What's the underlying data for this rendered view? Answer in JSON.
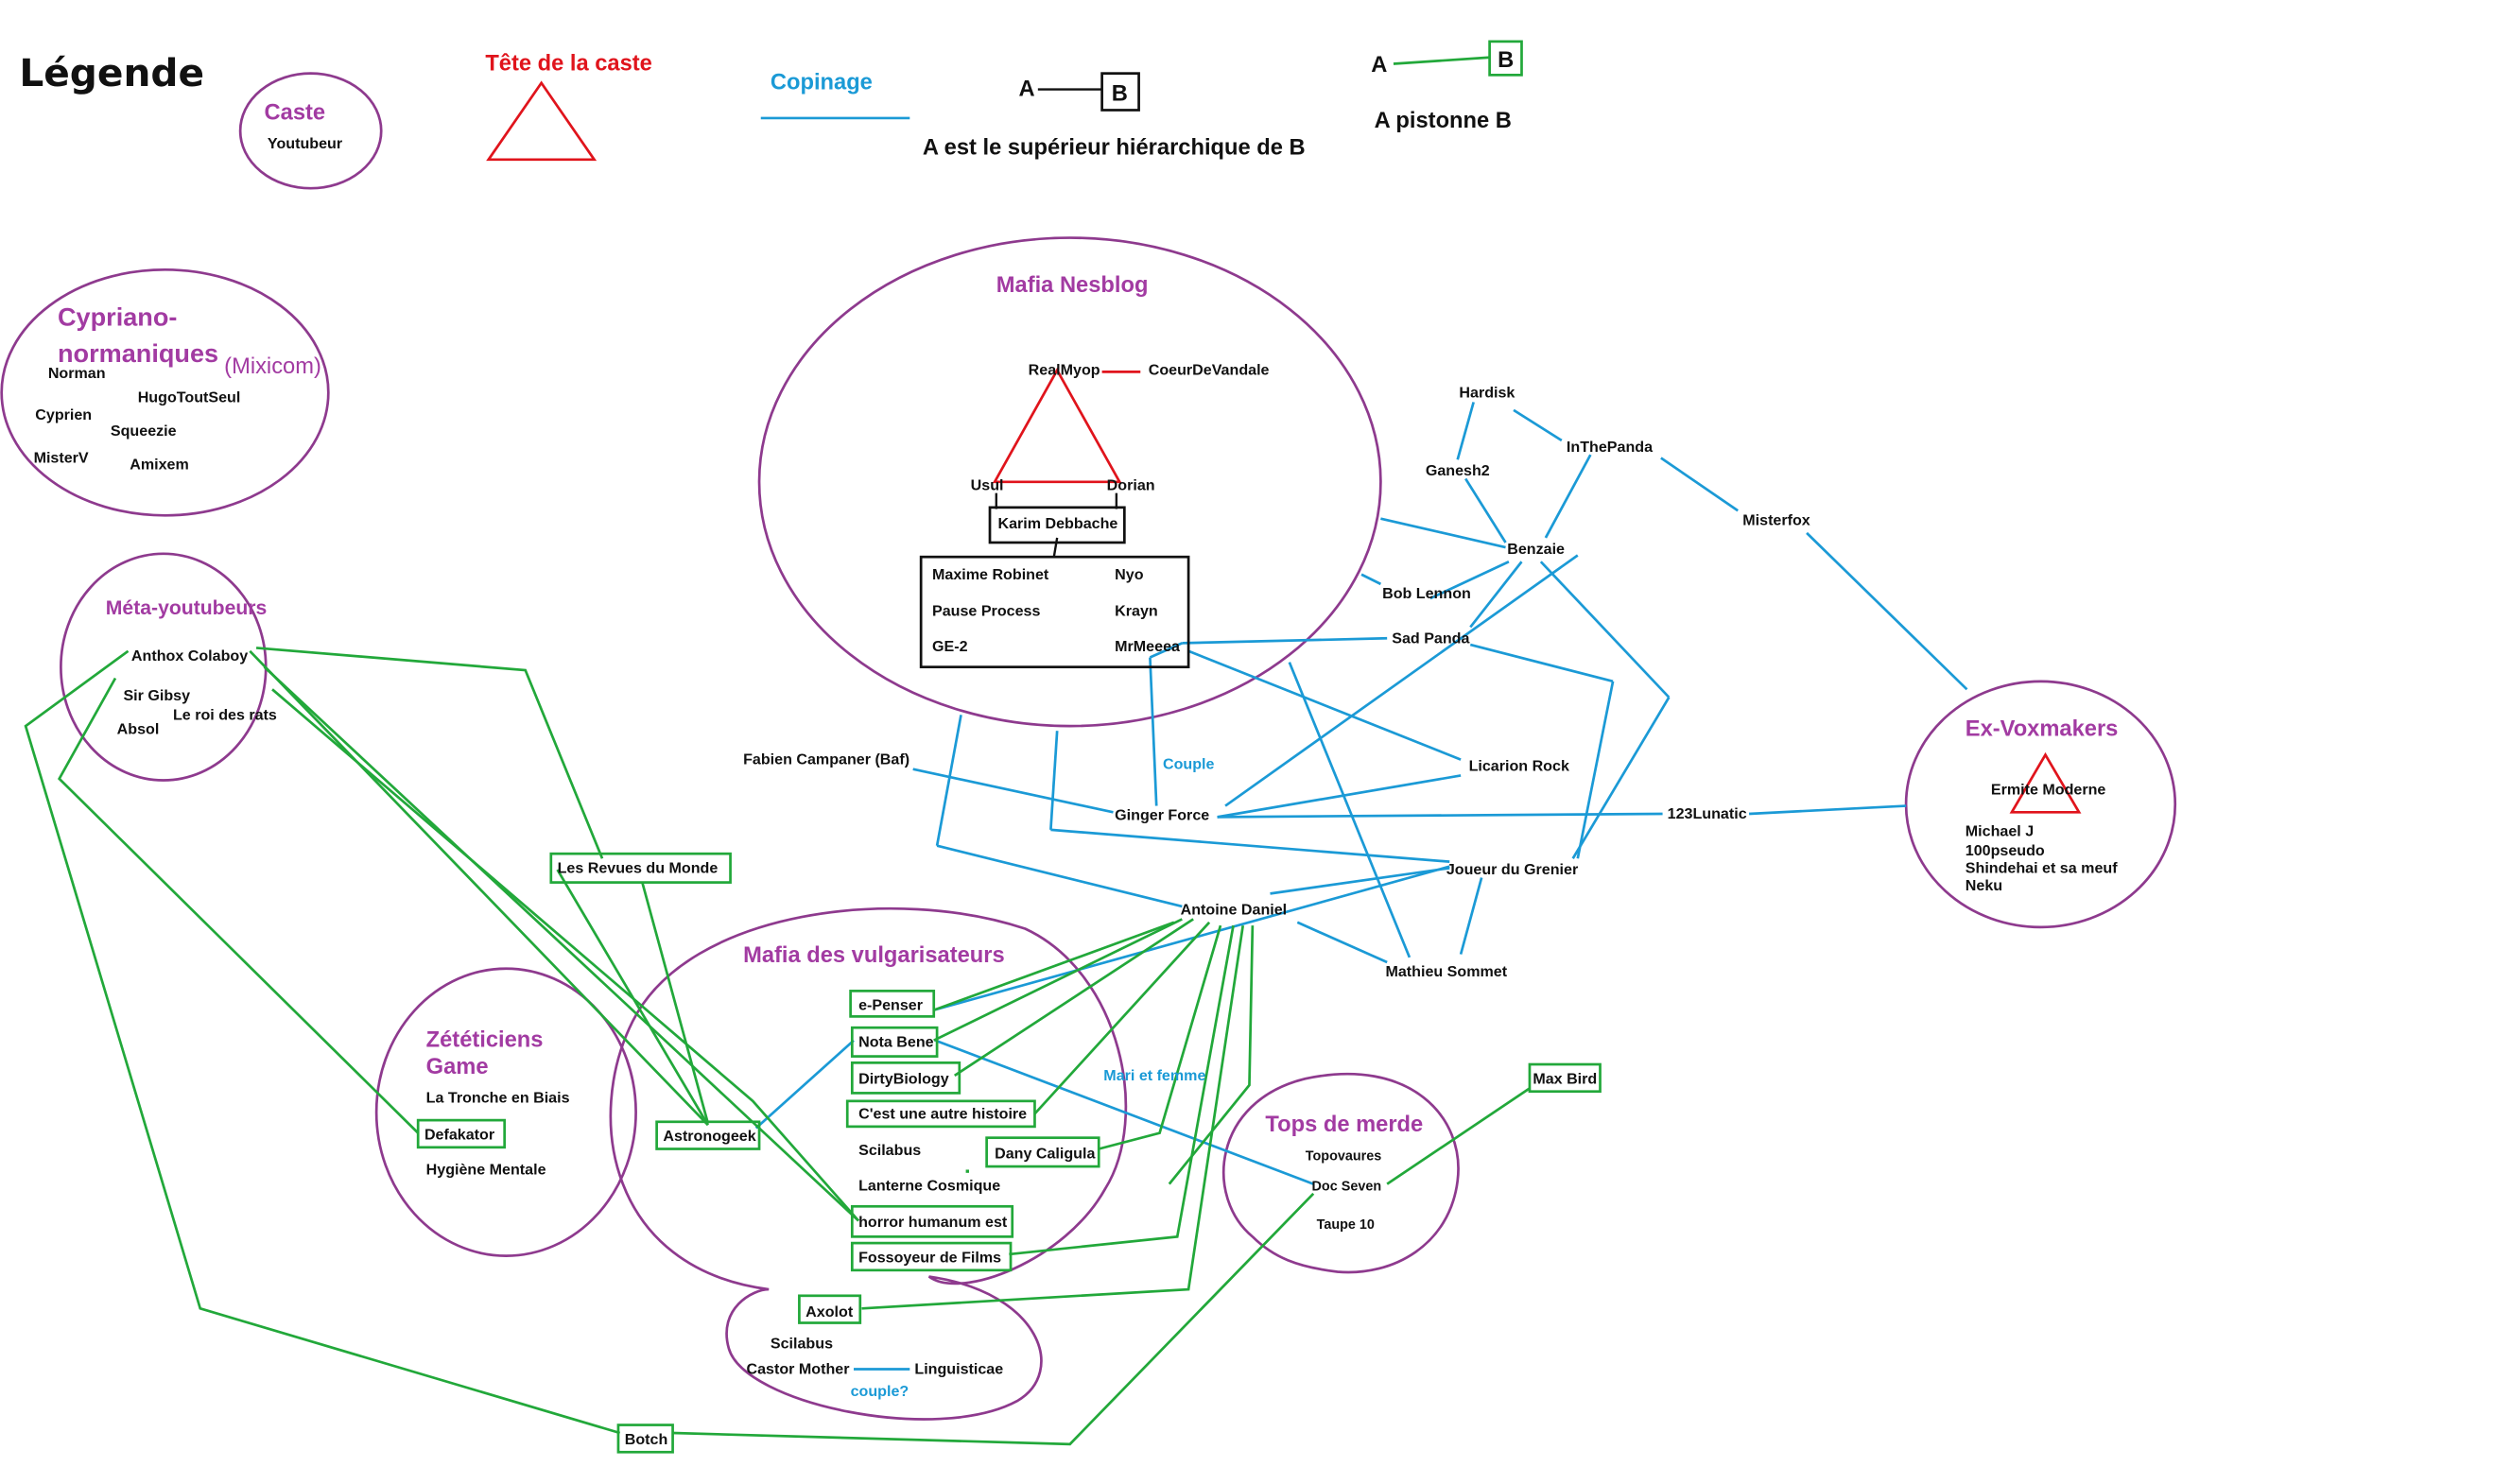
{
  "legend": {
    "title": "Légende",
    "caste_label": "Caste",
    "caste_member": "Youtubeur",
    "head_label": "Tête de la caste",
    "friendship_label": "Copinage",
    "hier_a": "A",
    "hier_b": "B",
    "hier_label": "A est le supérieur hiérarchique de B",
    "pist_a": "A",
    "pist_b": "B",
    "pist_label": "A pistonne B"
  },
  "castes": {
    "cypriano": {
      "title_line1": "Cypriano-",
      "title_line2": "normaniques",
      "subtitle": "(Mixicom)",
      "members": [
        "Norman",
        "HugoToutSeul",
        "Cyprien",
        "Squeezie",
        "MisterV",
        "Amixem"
      ]
    },
    "meta": {
      "title": "Méta-youtubeurs",
      "members": [
        "Anthox Colaboy",
        "Sir Gibsy",
        "Le roi des rats",
        "Absol"
      ]
    },
    "nesblog": {
      "title": "Mafia Nesblog",
      "members": [
        "RealMyop",
        "Usul",
        "Dorian",
        "Karim Debbache",
        "Maxime Robinet",
        "Nyo",
        "Pause Process",
        "Krayn",
        "GE-2",
        "MrMeeea"
      ]
    },
    "zetet": {
      "title_line1": "Zététiciens",
      "title_line2": "Game",
      "members": [
        "La Tronche en Biais",
        "Defakator",
        "Hygiène Mentale"
      ]
    },
    "vulga": {
      "title": "Mafia des vulgarisateurs",
      "members": [
        "Astronogeek",
        "e-Penser",
        "Nota Bene",
        "DirtyBiology",
        "C'est une autre histoire",
        "Scilabus",
        "Dany Caligula",
        "Lanterne Cosmique",
        "horror humanum est",
        "Fossoyeur de Films",
        "Axolot",
        "Scilabus",
        "Castor Mother",
        "Linguisticae"
      ]
    },
    "tops": {
      "title": "Tops de merde",
      "members": [
        "Topovaures",
        "Doc Seven",
        "Taupe 10"
      ]
    },
    "voxmakers": {
      "title": "Ex-Voxmakers",
      "members": [
        "Ermite Moderne",
        "Michael J",
        "100pseudo",
        "Shindehai et sa meuf",
        "Neku"
      ]
    }
  },
  "independents": [
    "CoeurDeVandale",
    "Hardisk",
    "Ganesh2",
    "InThePanda",
    "Misterfox",
    "Benzaie",
    "Bob Lennon",
    "Sad Panda",
    "Licarion Rock",
    "Fabien Campaner (Baf)",
    "Ginger Force",
    "123Lunatic",
    "Antoine Daniel",
    "Joueur du Grenier",
    "Mathieu Sommet",
    "Les Revues du Monde",
    "Max Bird",
    "Botch"
  ],
  "annotations": {
    "couple": "Couple",
    "mari": "Mari et femme",
    "couple_q": "couple?"
  },
  "colors": {
    "caste": "#8e3a8e",
    "caste_title": "#a23ba2",
    "head": "#e0141c",
    "friendship": "#1b9ad6",
    "piston": "#22a83a",
    "hierarchy": "#111111"
  }
}
